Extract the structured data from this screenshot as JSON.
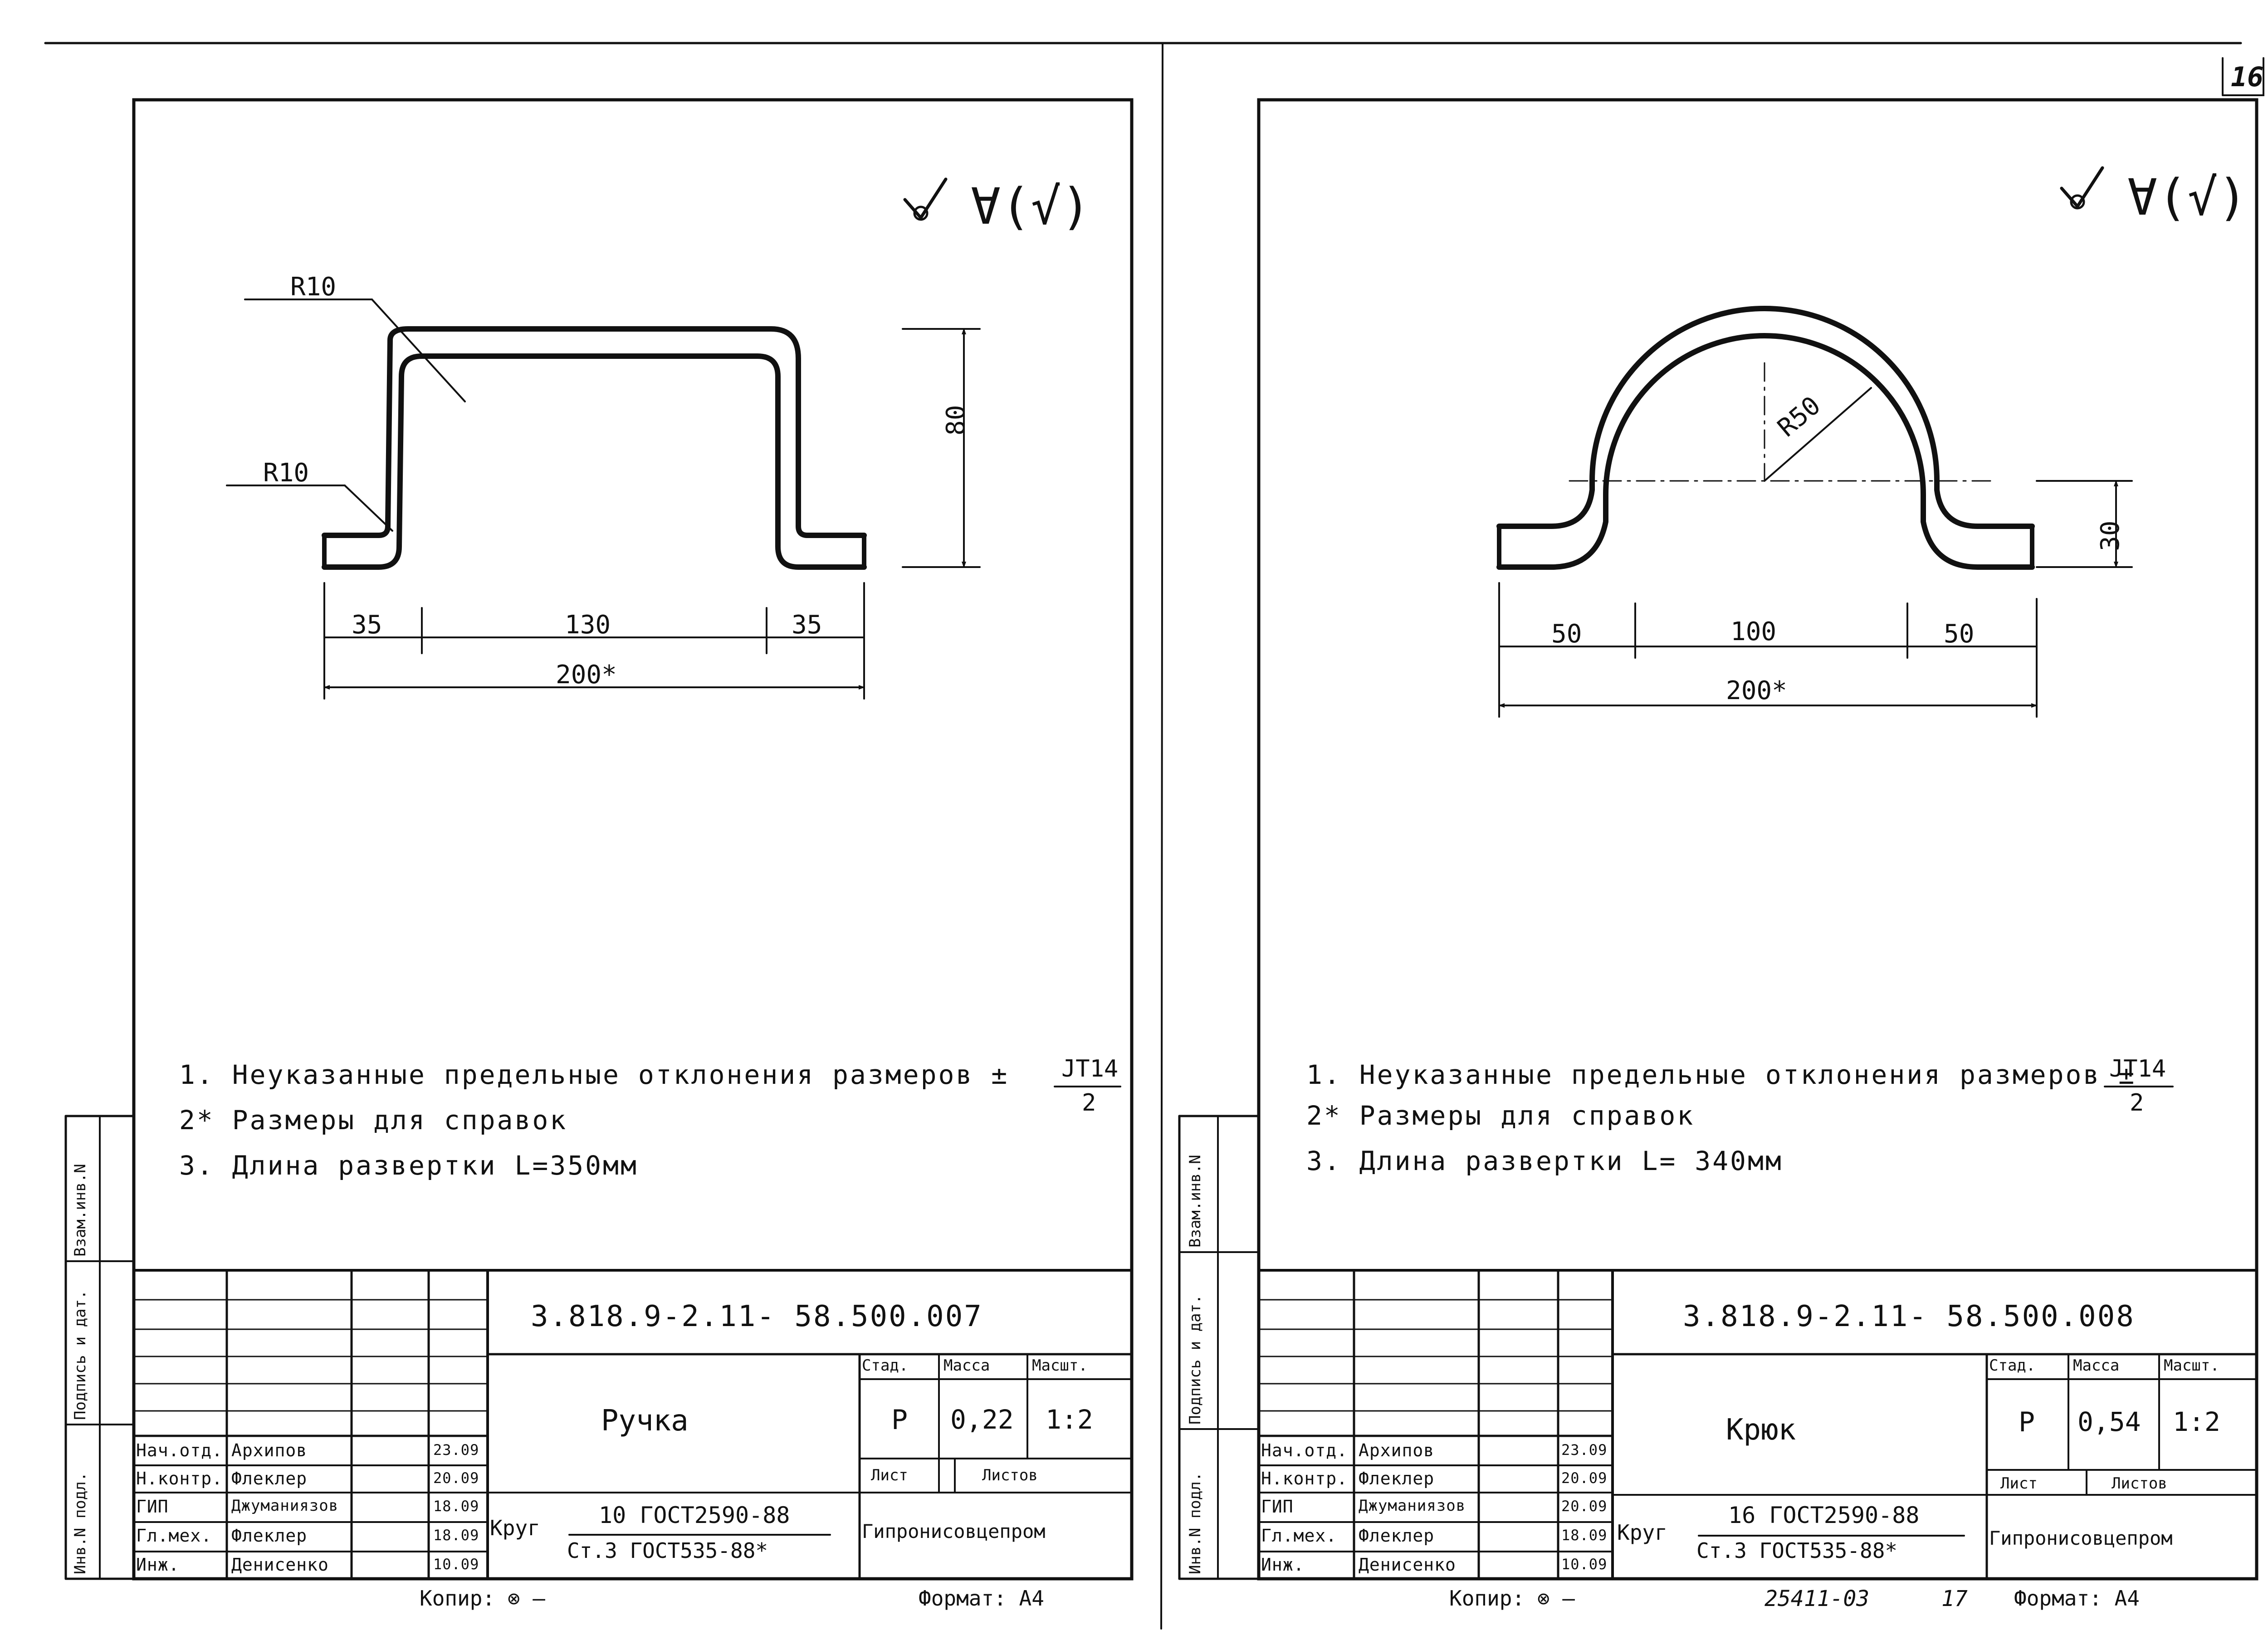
{
  "page_number": "16",
  "footer": {
    "code": "25411-03",
    "sheet": "17"
  },
  "sheets": [
    {
      "roughness": "∀(√)",
      "labels": {
        "r_top": "R10",
        "r_bottom": "R10"
      },
      "dims": {
        "d35a": "35",
        "d130": "130",
        "d35b": "35",
        "total": "200*",
        "height": "80"
      },
      "notes": [
        "1. Неуказанные предельные отклонения размеров ±",
        "2* Размеры для справок",
        "3. Длина развертки L=350мм"
      ],
      "tol_num": "JT14",
      "tol_den": "2",
      "side_labels": [
        "Инв.N подл.",
        "Подпись и дат.",
        "Взам.инв.N"
      ],
      "title": {
        "code": "3.818.9-2.11-   58.500.007",
        "name": "Ручка",
        "stage_h": "Стад.",
        "mass_h": "Масса",
        "scale_h": "Масшт.",
        "stage": "Р",
        "mass": "0,22",
        "scale": "1:2",
        "sheet_h": "Лист",
        "sheets_h": "Листов",
        "material_prefix": "Круг",
        "material_top": "10 ГОСТ2590-88",
        "material_bottom": "Ст.3 ГОСТ535-88*",
        "org": "Гипронисовцепром"
      },
      "signatures": [
        {
          "role": "Нач.отд.",
          "name": "Архипов",
          "date": "23.09"
        },
        {
          "role": "Н.контр.",
          "name": "Флеклер",
          "date": "20.09"
        },
        {
          "role": "ГИП",
          "name": "Джуманиязов",
          "date": "18.09"
        },
        {
          "role": "Гл.мех.",
          "name": "Флеклер",
          "date": "18.09"
        },
        {
          "role": "Инж.",
          "name": "Денисенко",
          "date": "10.09"
        }
      ],
      "copied": "Копир: ⊗ —",
      "format": "Формат: А4"
    },
    {
      "roughness": "∀(√)",
      "labels": {
        "radius": "R50"
      },
      "dims": {
        "d50a": "50",
        "d100": "100",
        "d50b": "50",
        "total": "200*",
        "height": "30"
      },
      "notes": [
        "1. Неуказанные предельные отклонения размеров ±",
        "2* Размеры для справок",
        "3. Длина развертки L= 340мм"
      ],
      "tol_num": "JT14",
      "tol_den": "2",
      "side_labels": [
        "Инв.N подл.",
        "Подпись и дат.",
        "Взам.инв.N"
      ],
      "title": {
        "code": "3.818.9-2.11-   58.500.008",
        "name": "Крюк",
        "stage_h": "Стад.",
        "mass_h": "Масса",
        "scale_h": "Масшт.",
        "stage": "Р",
        "mass": "0,54",
        "scale": "1:2",
        "sheet_h": "Лист",
        "sheets_h": "Листов",
        "material_prefix": "Круг",
        "material_top": "16 ГОСТ2590-88",
        "material_bottom": "Ст.3 ГОСТ535-88*",
        "org": "Гипронисовцепром"
      },
      "signatures": [
        {
          "role": "Нач.отд.",
          "name": "Архипов",
          "date": "23.09"
        },
        {
          "role": "Н.контр.",
          "name": "Флеклер",
          "date": "20.09"
        },
        {
          "role": "ГИП",
          "name": "Джуманиязов",
          "date": "20.09"
        },
        {
          "role": "Гл.мех.",
          "name": "Флеклер",
          "date": "18.09"
        },
        {
          "role": "Инж.",
          "name": "Денисенко",
          "date": "10.09"
        }
      ],
      "copied": "Копир: ⊗ —",
      "format": "Формат: А4"
    }
  ]
}
